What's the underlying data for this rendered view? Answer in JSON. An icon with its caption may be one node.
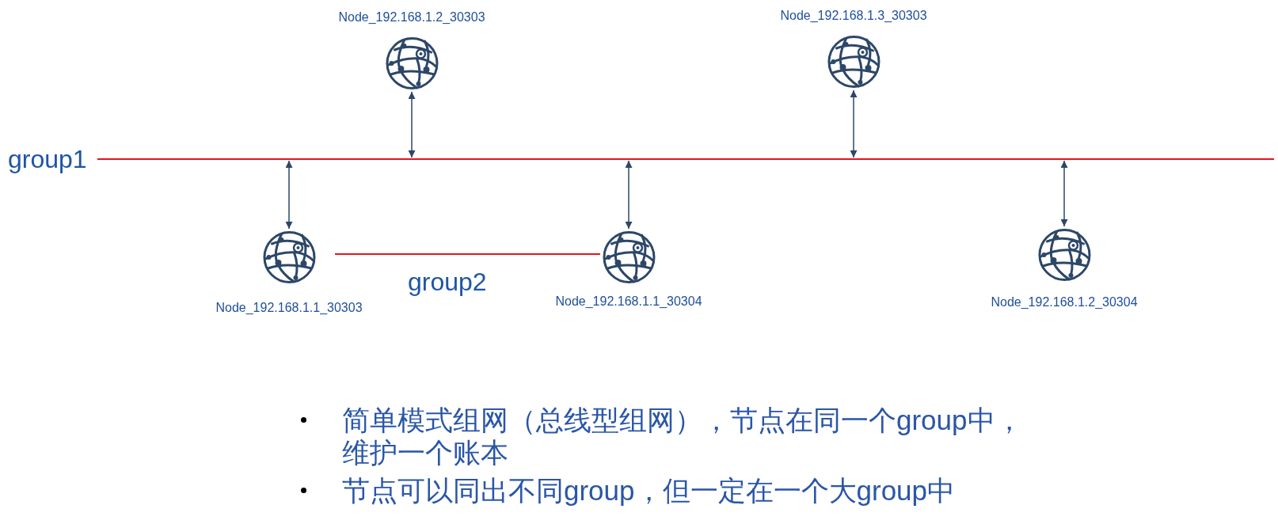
{
  "diagram": {
    "nodes": [
      {
        "text": [
          "Node_192.168.1.2_30303"
        ]
      },
      {
        "text": [
          "Node_192.168.1.3_30303"
        ]
      },
      {
        "text": [],
        "shape": "line",
        "beside": [
          "group1"
        ]
      },
      {
        "text": [
          "Node_192.168.1.1_30303"
        ]
      },
      {
        "text": [],
        "shape": "line",
        "beside": [
          "group2"
        ]
      },
      {
        "text": [
          "Node_192.168.1.1_30304"
        ]
      },
      {
        "text": [
          "Node_192.168.1.2_30304"
        ]
      }
    ],
    "edges": [
      {
        "from": 0,
        "to": 2,
        "arrow": "both"
      },
      {
        "from": 1,
        "to": 2,
        "arrow": "both"
      },
      {
        "from": 3,
        "to": 2,
        "arrow": "both"
      },
      {
        "from": 5,
        "to": 2,
        "arrow": "both"
      },
      {
        "from": 6,
        "to": 2,
        "arrow": "both"
      }
    ],
    "labels": [
      "简单模式组网（总线型组网），节点在同一个group中，维护一个账本",
      "节点可以同出不同group，但一定在一个大group中"
    ]
  }
}
